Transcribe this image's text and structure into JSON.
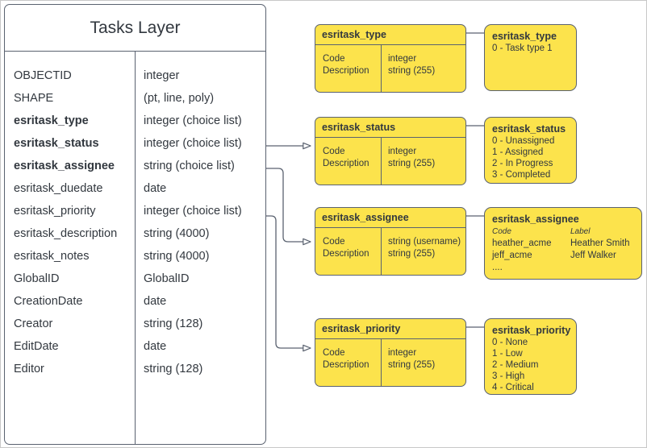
{
  "diagram": {
    "title": "Tasks Layer",
    "layer_table": {
      "title": "Tasks Layer",
      "fields": [
        {
          "name": "OBJECTID",
          "type": "integer",
          "bold": false
        },
        {
          "name": "SHAPE",
          "type": "(pt, line, poly)",
          "bold": false
        },
        {
          "name": "esritask_type",
          "type": "integer (choice list)",
          "bold": true
        },
        {
          "name": "esritask_status",
          "type": "integer (choice list)",
          "bold": true
        },
        {
          "name": "esritask_assignee",
          "type": "string (choice list)",
          "bold": true
        },
        {
          "name": "esritask_duedate",
          "type": "date",
          "bold": false
        },
        {
          "name": "esritask_priority",
          "type": "integer (choice list)",
          "bold": false
        },
        {
          "name": "esritask_description",
          "type": "string (4000)",
          "bold": false
        },
        {
          "name": "esritask_notes",
          "type": "string (4000)",
          "bold": false
        },
        {
          "name": "GlobalID",
          "type": "GlobalID",
          "bold": false
        },
        {
          "name": "CreationDate",
          "type": "date",
          "bold": false
        },
        {
          "name": "Creator",
          "type": "string (128)",
          "bold": false
        },
        {
          "name": "EditDate",
          "type": "date",
          "bold": false
        },
        {
          "name": "Editor",
          "type": "string (128)",
          "bold": false
        }
      ]
    },
    "domain_tables": [
      {
        "id": "type",
        "header": "esritask_type",
        "left_col": [
          "Code",
          "Description"
        ],
        "right_col": [
          "integer",
          "string (255)"
        ]
      },
      {
        "id": "status",
        "header": "esritask_status",
        "left_col": [
          "Code",
          "Description"
        ],
        "right_col": [
          "integer",
          "string (255)"
        ]
      },
      {
        "id": "assignee",
        "header": "esritask_assignee",
        "left_col": [
          "Code",
          "Description"
        ],
        "right_col": [
          "string  (username)",
          "string (255)"
        ]
      },
      {
        "id": "priority",
        "header": "esritask_priority",
        "left_col": [
          "Code",
          "Description"
        ],
        "right_col": [
          "integer",
          "string (255)"
        ]
      }
    ],
    "value_boxes": [
      {
        "id": "type",
        "title": "esritask_type",
        "lines": [
          "0 - Task type 1"
        ]
      },
      {
        "id": "status",
        "title": "esritask_status",
        "lines": [
          "0 - Unassigned",
          "1 - Assigned",
          "2 - In Progress",
          "3 - Completed"
        ]
      },
      {
        "id": "assignee",
        "title": "esritask_assignee",
        "columns": [
          "Code",
          "Label"
        ],
        "rows": [
          [
            "heather_acme",
            "Heather Smith"
          ],
          [
            "jeff_acme",
            "Jeff Walker"
          ],
          [
            "....",
            ""
          ]
        ]
      },
      {
        "id": "priority",
        "title": "esritask_priority",
        "lines": [
          "0 - None",
          "1 - Low",
          "2 - Medium",
          "3 - High",
          "4 - Critical"
        ]
      }
    ],
    "colors": {
      "domain_fill": "#fce34c",
      "stroke": "#5a6270",
      "text": "#32383f",
      "frame": "#c8c8c8",
      "page": "#ffffff"
    }
  }
}
